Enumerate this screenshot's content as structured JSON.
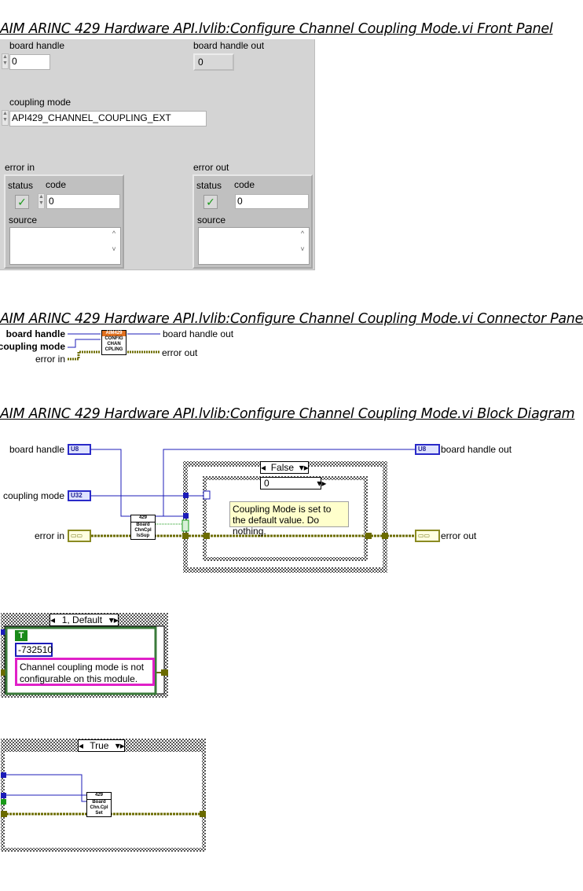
{
  "titles": {
    "front_panel": "AIM ARINC 429 Hardware API.lvlib:Configure Channel Coupling Mode.vi Front Panel",
    "connector_pane": "AIM ARINC 429 Hardware API.lvlib:Configure Channel Coupling Mode.vi Connector Pane",
    "block_diagram": "AIM ARINC 429 Hardware API.lvlib:Configure Channel Coupling Mode.vi Block Diagram"
  },
  "front_panel": {
    "board_handle": {
      "label": "board handle",
      "value": "0"
    },
    "board_handle_out": {
      "label": "board handle out",
      "value": "0"
    },
    "coupling_mode": {
      "label": "coupling mode",
      "value": "API429_CHANNEL_COUPLING_EXT"
    },
    "error_in": {
      "label": "error in",
      "status_label": "status",
      "code_label": "code",
      "code_value": "0",
      "source_label": "source",
      "source_value": ""
    },
    "error_out": {
      "label": "error out",
      "status_label": "status",
      "code_label": "code",
      "code_value": "0",
      "source_label": "source",
      "source_value": ""
    }
  },
  "connector_pane": {
    "inputs": [
      "board handle",
      "coupling mode",
      "error in"
    ],
    "outputs": [
      "board handle out",
      "error out"
    ],
    "icon_lines": [
      "AIM429",
      "CONFIG",
      "CHAN",
      "CPLING"
    ]
  },
  "block_diagram": {
    "terminals": {
      "board_handle": "board handle",
      "coupling_mode": "coupling mode",
      "error_in": "error in",
      "board_handle_out": "board handle out",
      "error_out": "error out"
    },
    "type_tags": {
      "u8": "U8",
      "u32": "U32"
    },
    "outer_case": "False",
    "inner_case": "0",
    "note": "Coupling Mode is set to the default value. Do nothing.",
    "subvi_sup": {
      "hdr": "429",
      "lines": [
        "Board",
        "ChnCpl",
        "IsSup"
      ]
    },
    "default_case": {
      "selector": "1, Default",
      "bool_const": "T",
      "error_code": "-732510",
      "message": "Channel coupling mode is not configurable on this module."
    },
    "true_case": {
      "selector": "True",
      "subvi_set": {
        "hdr": "429",
        "lines": [
          "Board",
          "Chn.Cpl",
          "Set"
        ]
      }
    },
    "colors": {
      "int_wire": "#1c1cb8",
      "error_wire": "#6b6b00",
      "bool_wire": "#1a9a1a",
      "string_wire": "#e020c8"
    }
  }
}
